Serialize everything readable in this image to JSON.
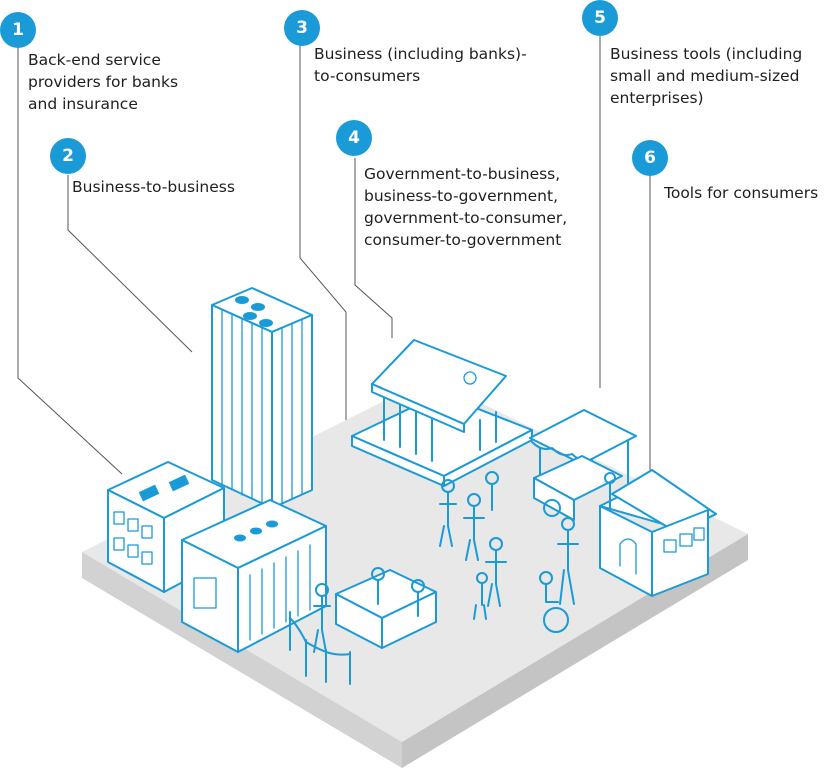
{
  "callouts": [
    {
      "number": "1",
      "text": "Back-end service\nproviders for banks\nand insurance"
    },
    {
      "number": "2",
      "text": "Business-to-business"
    },
    {
      "number": "3",
      "text": "Business (including banks)-\nto-consumers"
    },
    {
      "number": "4",
      "text": "Government-to-business,\nbusiness-to-government,\ngovernment-to-consumer,\nconsumer-to-government"
    },
    {
      "number": "5",
      "text": "Business tools (including\nsmall and medium-sized\nenterprises)"
    },
    {
      "number": "6",
      "text": "Tools for consumers"
    }
  ],
  "colors": {
    "accent": "#1a9bd7",
    "platform": "#e8e8e8",
    "platform_side": "#c8c8c8",
    "text": "#1f1f1f"
  }
}
